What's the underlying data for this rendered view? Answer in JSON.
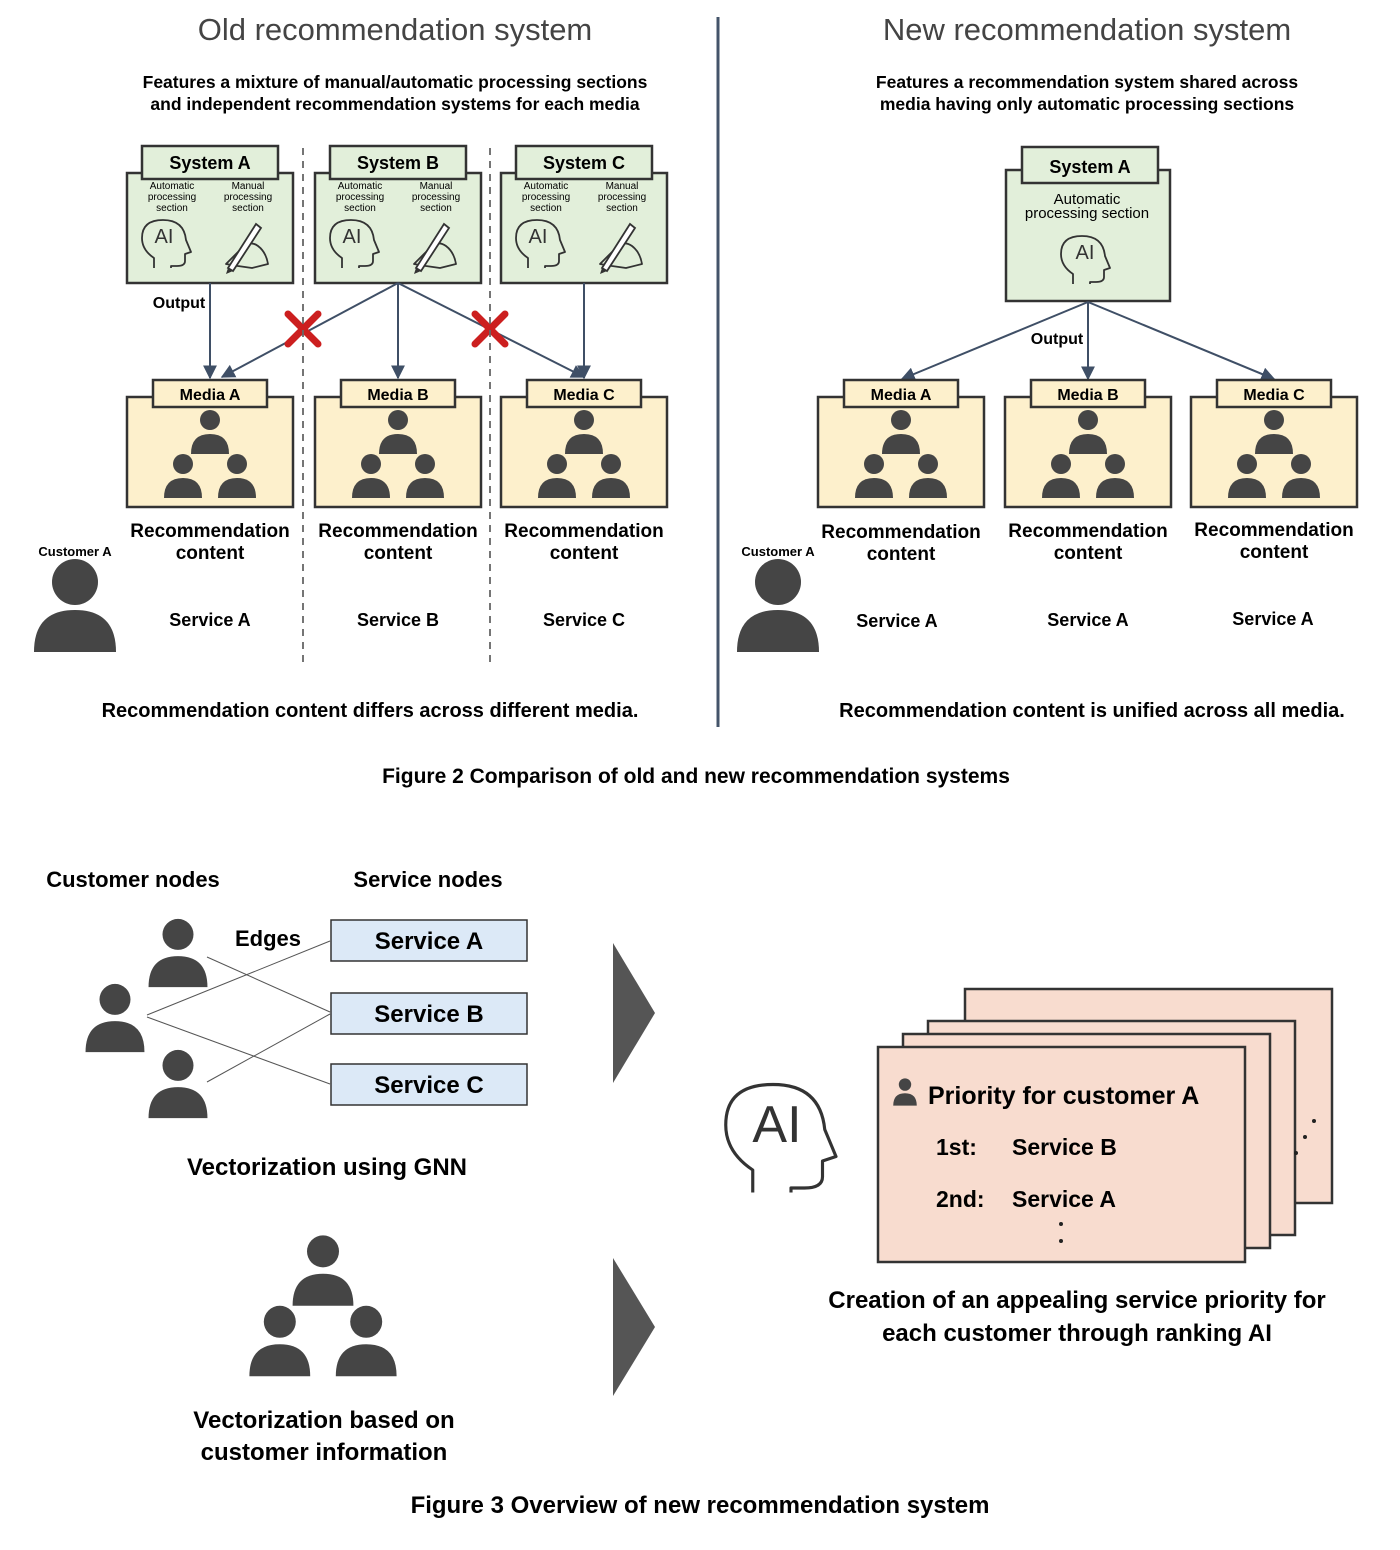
{
  "colors": {
    "system_fill": "#e2efda",
    "media_fill": "#fdf0cc",
    "service_node_fill": "#dce9f7",
    "priority_card_fill": "#f8dccf",
    "person": "#454545",
    "arrow": "#3f4f66",
    "cross": "#cc1f1f",
    "divider": "#44546a"
  },
  "icons": [
    "person-icon",
    "ai-head-icon",
    "writing-hand-icon",
    "cross-mark-icon",
    "people-group-icon",
    "play-triangle-icon"
  ],
  "figure2": {
    "caption": "Figure 2  Comparison of old and new recommendation systems",
    "old": {
      "title": "Old recommendation system",
      "subtitle_line1": "Features a mixture of manual/automatic processing sections",
      "subtitle_line2": "and independent recommendation systems for each media",
      "systems": [
        {
          "label": "System A",
          "auto": [
            "Automatic",
            "processing",
            "section"
          ],
          "manual": [
            "Manual",
            "processing",
            "section"
          ]
        },
        {
          "label": "System B",
          "auto": [
            "Automatic",
            "processing",
            "section"
          ],
          "manual": [
            "Manual",
            "processing",
            "section"
          ]
        },
        {
          "label": "System C",
          "auto": [
            "Automatic",
            "processing",
            "section"
          ],
          "manual": [
            "Manual",
            "processing",
            "section"
          ]
        }
      ],
      "output_label": "Output",
      "media": [
        "Media A",
        "Media B",
        "Media C"
      ],
      "content_line1": "Recommendation",
      "content_line2": "content",
      "customer": "Customer A",
      "services": [
        "Service A",
        "Service B",
        "Service C"
      ],
      "footer": "Recommendation content differs across different media."
    },
    "new": {
      "title": "New recommendation system",
      "subtitle_line1": "Features a recommendation system shared across",
      "subtitle_line2": "media having only automatic processing sections",
      "system_label": "System A",
      "auto_line1": "Automatic",
      "auto_line2": "processing section",
      "output_label": "Output",
      "media": [
        "Media A",
        "Media B",
        "Media C"
      ],
      "content_line1": "Recommendation",
      "content_line2": "content",
      "customer": "Customer A",
      "services": [
        "Service A",
        "Service A",
        "Service A"
      ],
      "footer": "Recommendation content is unified across all media."
    },
    "ai_text": "AI"
  },
  "figure3": {
    "caption": "Figure 3  Overview of new recommendation system",
    "customer_nodes": "Customer nodes",
    "service_nodes": "Service nodes",
    "edges": "Edges",
    "service_node_labels": [
      "Service A",
      "Service B",
      "Service C"
    ],
    "gnn_caption": "Vectorization  using GNN",
    "info_caption_line1": "Vectorization  based on",
    "info_caption_line2": "customer information",
    "ai_text": "AI",
    "priority_title": "Priority  for customer A",
    "ranks": [
      {
        "rank": "1st:",
        "service": "Service B"
      },
      {
        "rank": "2nd:",
        "service": "Service A"
      }
    ],
    "result_caption_line1": "Creation  of an appealing service priority  for",
    "result_caption_line2": "each customer through ranking AI"
  }
}
